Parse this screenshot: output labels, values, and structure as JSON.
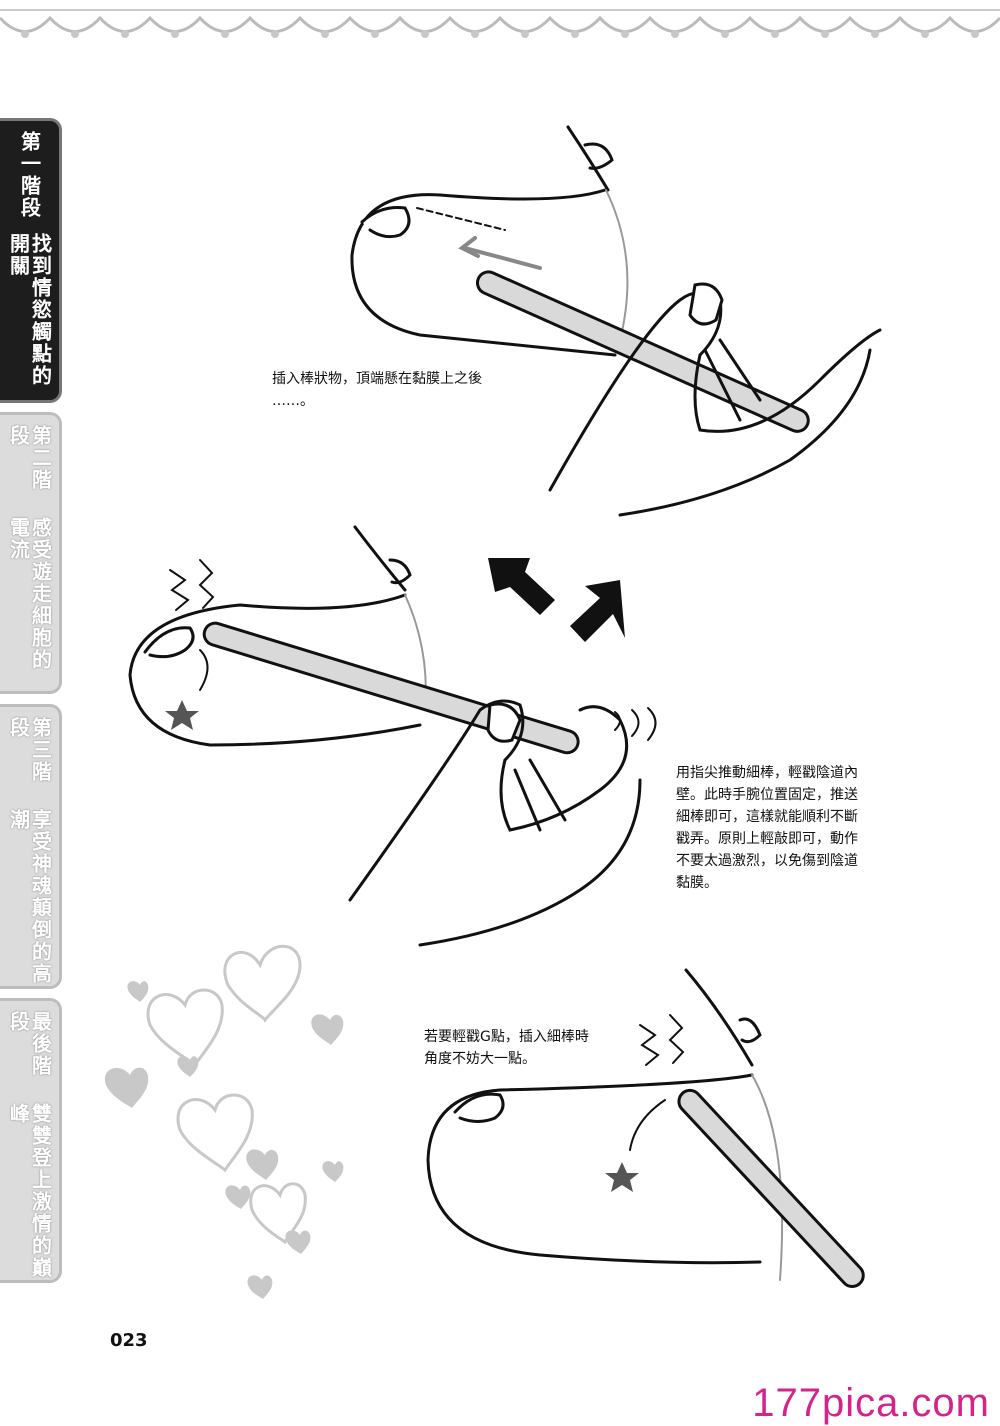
{
  "side_tabs": [
    {
      "col_a": "第一階段",
      "col_b": "找到情慾觸點的開關",
      "active": true
    },
    {
      "col_a": "第二階段",
      "col_b": "感受遊走細胞的電流",
      "active": false
    },
    {
      "col_a": "第三階段",
      "col_b": "享受神魂顛倒的高潮",
      "active": false
    },
    {
      "col_a": "最後階段",
      "col_b": "雙雙登上激情的巔峰",
      "active": false
    }
  ],
  "captions": {
    "step1": "插入棒狀物，頂端懸在黏膜上之後\n……。",
    "step2": "用指尖推動細棒，輕戳陰道內\n壁。此時手腕位置固定，推送\n細棒即可，這樣就能順利不斷\n戳弄。原則上輕敲即可，動作\n不要太過激烈，以免傷到陰道\n黏膜。",
    "step3": "若要輕戳G點，插入細棒時\n角度不妨大一點。"
  },
  "page_number": "023",
  "watermark": "177pica.com",
  "icons": [
    "lace-border",
    "arrow-left-icon",
    "double-arrow-icon",
    "star-icon",
    "vibration-icon",
    "hearts-decoration"
  ],
  "colors": {
    "active_tab": "#1d1d1d",
    "inactive_tab": "#dcdcdc",
    "watermark": "#d6238a",
    "rod": "#d9d9d9"
  }
}
